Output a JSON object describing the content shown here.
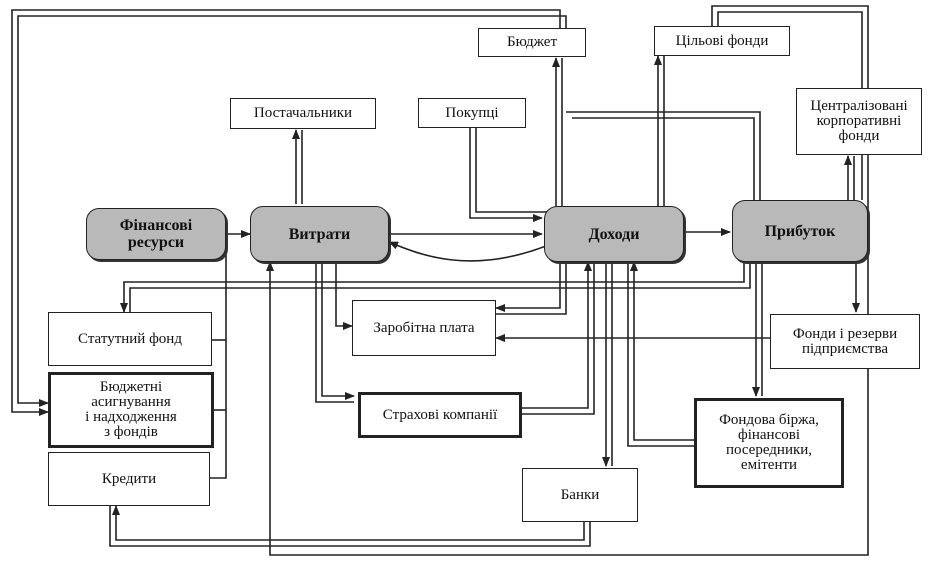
{
  "nodes": {
    "finansovi_resursy": "Фінансові\nресурси",
    "vytraty": "Витрати",
    "dokhody": "Доходи",
    "prybutok": "Прибуток",
    "byudzhet": "Бюджет",
    "tsilovi_fondy": "Цільові фонди",
    "postachalnyky": "Постачальники",
    "pokuptsi": "Покупці",
    "tsentralizovani_fondy": "Централізовані\nкорпоративні\nфонди",
    "statutnyi_fond": "Статутний фонд",
    "byudzhetni_asyhnuvannya": "Бюджетні\nасигнування\nі надходження\nз фондів",
    "kredyty": "Кредити",
    "zarobitna_plata": "Заробітна плата",
    "strakhovi_kompanii": "Страхові компанії",
    "banky": "Банки",
    "fondy_i_rezervy": "Фонди і резерви\nпідприємства",
    "fondova_birzha": "Фондова біржа,\nфінансові\nпосередники,\nемітенти"
  },
  "colors": {
    "line": "#222222",
    "main_node_fill": "#b9b9b9",
    "box_fill": "#ffffff"
  }
}
